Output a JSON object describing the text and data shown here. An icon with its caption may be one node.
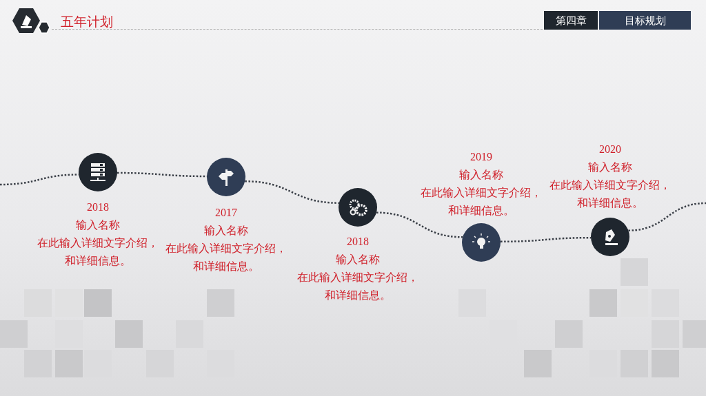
{
  "diagram": {
    "title": "五年计划",
    "nodes": [
      {
        "text": [],
        "shape": "circle",
        "beside": [
          "2018",
          "输入名称",
          "在此输入详细文字介绍，和详细信息。"
        ]
      },
      {
        "text": [],
        "shape": "circle",
        "beside": [
          "2017",
          "输入名称",
          "在此输入详细文字介绍，和详细信息。"
        ]
      },
      {
        "text": [],
        "shape": "circle",
        "beside": [
          "2018",
          "输入名称",
          "在此输入详细文字介绍，和详细信息。"
        ]
      },
      {
        "text": [],
        "shape": "circle",
        "beside": [
          "2019",
          "输入名称",
          "在此输入详细文字介绍，和详细信息。"
        ]
      },
      {
        "text": [],
        "shape": "circle",
        "beside": [
          "2020",
          "输入名称",
          "在此输入详细文字介绍，和详细信息。"
        ]
      }
    ],
    "edges": [
      {
        "from": null,
        "to": 0,
        "arrow": "none",
        "style": "dashed"
      },
      {
        "from": 0,
        "to": 1,
        "arrow": "none",
        "style": "dashed"
      },
      {
        "from": 1,
        "to": 2,
        "arrow": "none",
        "style": "dashed"
      },
      {
        "from": 2,
        "to": 3,
        "arrow": "none",
        "style": "dashed"
      },
      {
        "from": 3,
        "to": 4,
        "arrow": "none",
        "style": "dashed"
      },
      {
        "from": 4,
        "to": null,
        "arrow": "none",
        "style": "dashed"
      }
    ],
    "labels": [
      "第四章",
      "目标规划"
    ]
  }
}
